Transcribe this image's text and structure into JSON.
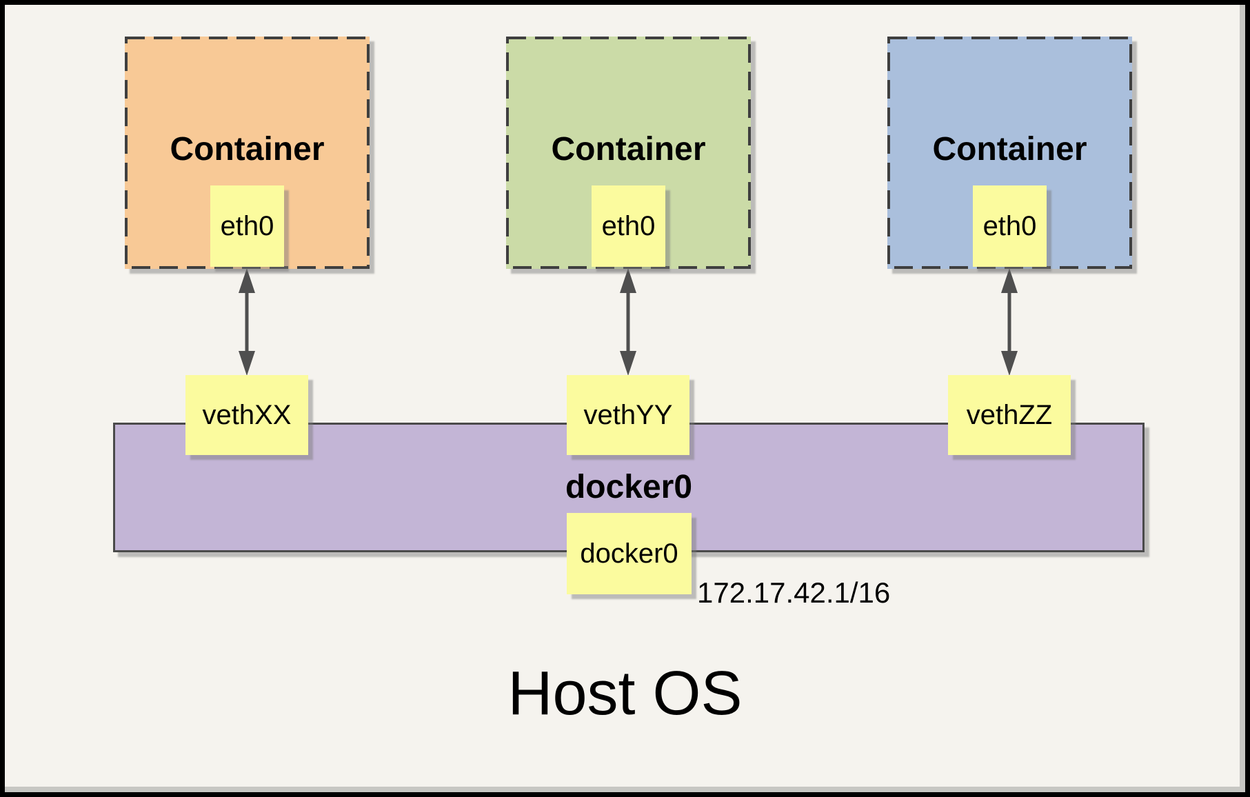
{
  "diagram": {
    "title_note": "Docker bridge networking diagram",
    "containers": [
      {
        "label": "Container",
        "interface": "eth0",
        "veth": "vethXX",
        "fill": "#F8C996"
      },
      {
        "label": "Container",
        "interface": "eth0",
        "veth": "vethYY",
        "fill": "#CBDBA7"
      },
      {
        "label": "Container",
        "interface": "eth0",
        "veth": "vethZZ",
        "fill": "#AABFDC"
      }
    ],
    "bridge": {
      "label": "docker0",
      "interface": "docker0",
      "ip": "172.17.42.1/16",
      "fill": "#C3B5D6"
    },
    "host": {
      "label": "Host OS"
    },
    "colors": {
      "background": "#F5F3EE",
      "frame": "#000000",
      "chip_fill": "#FBFB9E",
      "dashed_border": "#3F3F3F",
      "bar_border": "#4A4A4A",
      "arrow": "#4F4F4F",
      "shadow": "#C7C7C3"
    }
  }
}
